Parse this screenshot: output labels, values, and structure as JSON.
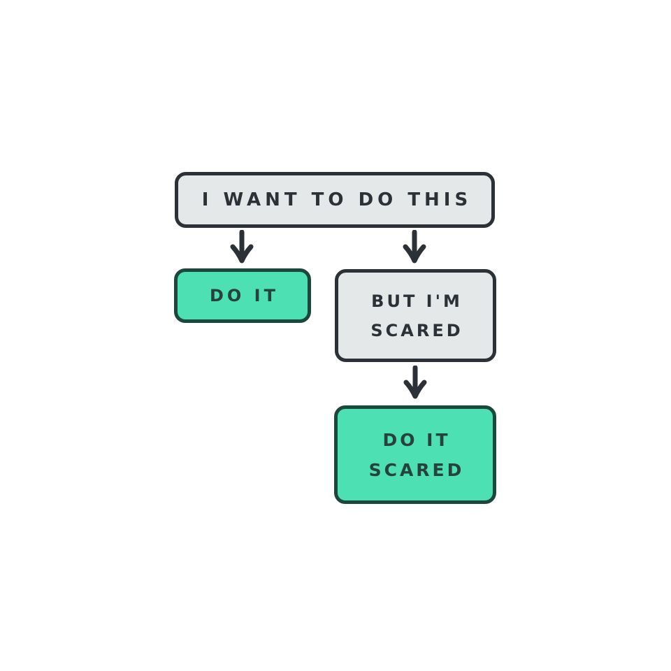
{
  "colors": {
    "bg": "#ffffff",
    "dark": "#2b3137",
    "gray_fill": "#e4e8e9",
    "gray_halo": "#edf1f1",
    "green_fill": "#4de0b2",
    "green_border": "#1c473c",
    "green_halo": "#9bf0d7",
    "green_text": "#27423a"
  },
  "flowchart": {
    "root": {
      "text": "I WANT TO DO THIS"
    },
    "do_it": {
      "text": "DO IT"
    },
    "but_scared": {
      "line1": "BUT I'M",
      "line2": "SCARED"
    },
    "do_it_scared": {
      "line1": "DO IT",
      "line2": "SCARED"
    },
    "edges": [
      {
        "from": "root",
        "to": "do_it"
      },
      {
        "from": "root",
        "to": "but_scared"
      },
      {
        "from": "but_scared",
        "to": "do_it_scared"
      }
    ]
  }
}
